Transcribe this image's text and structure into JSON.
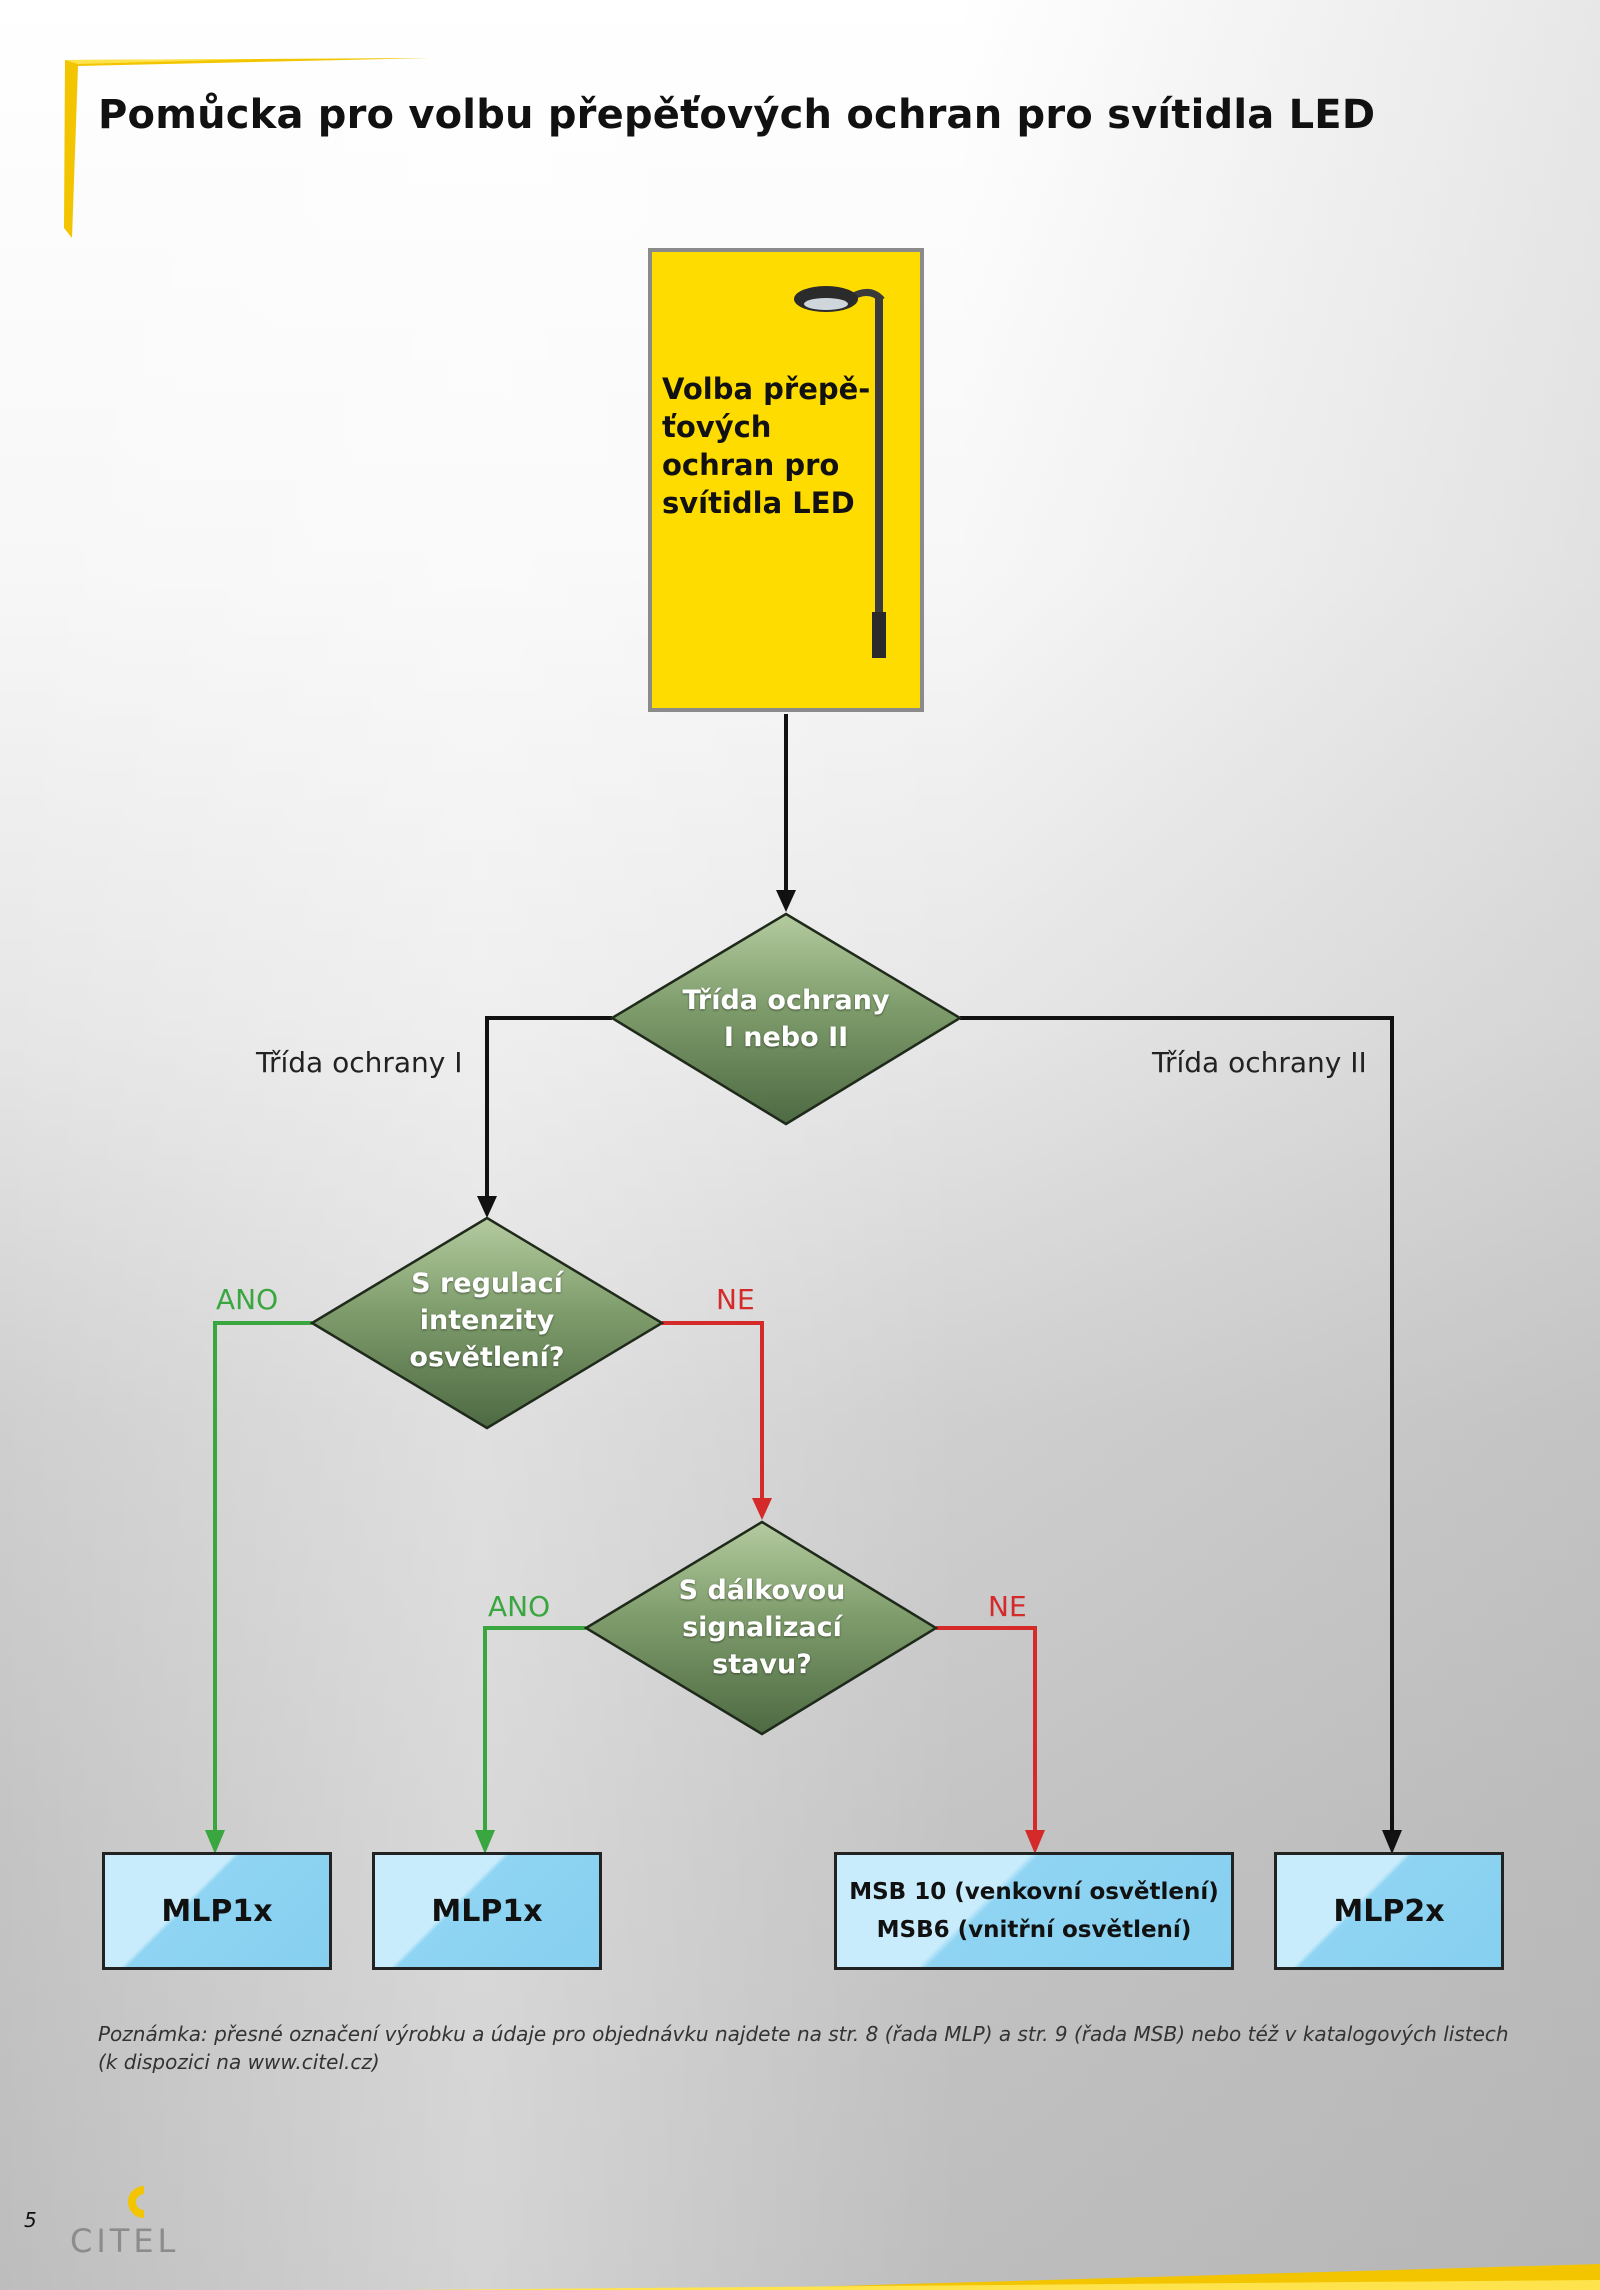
{
  "page": {
    "title": "Pomůcka pro volbu přepěťových ochran pro svítidla LED",
    "page_number": "5"
  },
  "start": {
    "text": "Volba přepě-ťových ochran pro svítidla LED",
    "icon": "street-lamp-icon"
  },
  "decisions": {
    "class": {
      "line1": "Třída ochrany",
      "line2": "I nebo II"
    },
    "dimming": {
      "line1": "S regulací",
      "line2": "intenzity",
      "line3": "osvětlení?"
    },
    "signal": {
      "line1": "S dálkovou",
      "line2": "signalizací",
      "line3": "stavu?"
    }
  },
  "branches": {
    "class_left": "Třída ochrany I",
    "class_right": "Třída ochrany II",
    "dimming_yes": "ANO",
    "dimming_no": "NE",
    "signal_yes": "ANO",
    "signal_no": "NE"
  },
  "results": {
    "r1": "MLP1x",
    "r2": "MLP1x",
    "r3_line1": "MSB 10 (venkovní osvětlení)",
    "r3_line2": "MSB6 (vnitřní osvětlení)",
    "r4": "MLP2x"
  },
  "note": {
    "line1": "Poznámka: přesné označení výrobku a údaje pro objednávku najdete na str. 8 (řada MLP) a str. 9 (řada MSB) nebo též v katalogových listech",
    "line2": "(k dispozici na www.citel.cz)"
  },
  "logo": {
    "letter": "C",
    "name": "CITEL"
  },
  "colors": {
    "accent_yellow": "#ffdc00",
    "yes_green": "#3aa640",
    "no_red": "#d42a2a",
    "decision_green": "#6f8d5f",
    "result_blue": "#86cff0"
  }
}
